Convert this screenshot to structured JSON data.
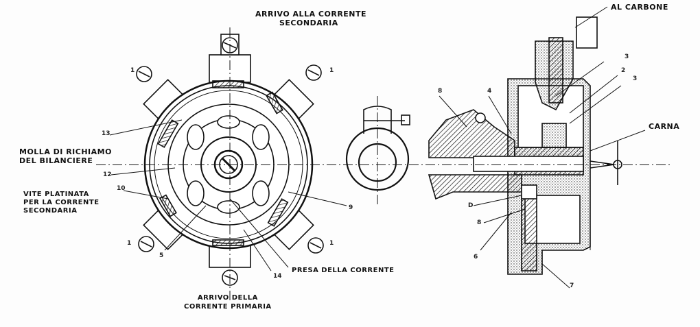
{
  "labels": {
    "arrivo_secondaria": [
      "ARRIVO ALLA CORRENTE",
      "SECONDARIA"
    ],
    "al_carbone": "AL CARBONE",
    "camma": "CARNA",
    "molla": [
      "MOLLA DI RICHIAMO",
      "DEL BILANCIERE"
    ],
    "vite": [
      "VITE PLATINATA",
      "PER LA CORRENTE",
      "SECONDARIA"
    ],
    "presa": "PRESA DELLA CORRENTE",
    "arrivo_primaria": [
      "ARRIVO DELLA",
      "CORRENTE PRIMARIA"
    ]
  },
  "numbers": {
    "n1a": "1",
    "n1b": "1",
    "n1c": "1",
    "n1d": "1",
    "n13": "13",
    "n12": "12",
    "n10": "10",
    "n9": "9",
    "n5": "5",
    "n14": "14",
    "r8": "8",
    "r4": "4",
    "r3": "3",
    "r2": "2",
    "r3b": "3",
    "rd": "D",
    "r8b": "8",
    "r6": "6",
    "r7": "7"
  },
  "colors": {
    "ink": "#111111",
    "paper": "#fdfdfd"
  }
}
